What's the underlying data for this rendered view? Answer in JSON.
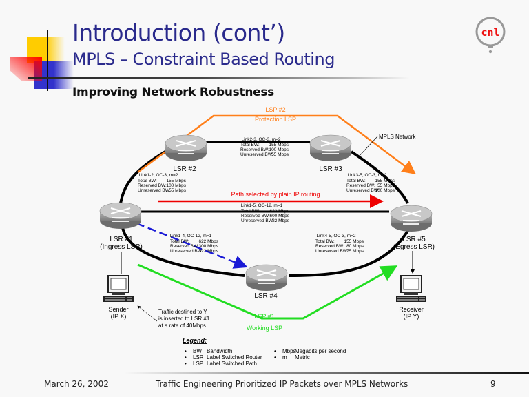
{
  "slide": {
    "title": "Introduction (cont’)",
    "subtitle": "MPLS – Constraint Based Routing",
    "section_heading": "Improving Network Robustness",
    "logo_text": "cnl",
    "footer": {
      "date": "March 26, 2002",
      "center": "Traffic Engineering Prioritized IP Packets over MPLS Networks",
      "page": "9"
    }
  },
  "colors": {
    "title": "#2a2a8c",
    "protection_lsp": "#ff7f1a",
    "ip_routing_path": "#ee0000",
    "working_lsp": "#22dd22",
    "blue_dashed": "#1a1ad6",
    "logo": "#ee1111"
  },
  "diagram": {
    "routers": [
      {
        "id": "lsr1",
        "label": "LSR #1",
        "sublabel": "(Ingress LSR)"
      },
      {
        "id": "lsr2",
        "label": "LSR #2",
        "sublabel": ""
      },
      {
        "id": "lsr3",
        "label": "LSR #3",
        "sublabel": ""
      },
      {
        "id": "lsr4",
        "label": "LSR #4",
        "sublabel": ""
      },
      {
        "id": "lsr5",
        "label": "LSR #5",
        "sublabel": "(Egress LSR)"
      }
    ],
    "hosts": [
      {
        "id": "sender",
        "label": "Sender",
        "sublabel": "(IP X)"
      },
      {
        "id": "receiver",
        "label": "Receiver",
        "sublabel": "(IP Y)"
      }
    ],
    "network_label": "MPLS Network",
    "paths": {
      "protection": {
        "name": "LSP #2",
        "desc": "Protection LSP"
      },
      "ip_routing": {
        "desc": "Path selected by plain IP routing"
      },
      "working": {
        "name": "LSP #1",
        "desc": "Working LSP"
      }
    },
    "links": [
      {
        "id": "l12",
        "name": "Link1-2, OC-3, m=2",
        "total": [
          "Total BW:",
          "155 Mbps"
        ],
        "reserved": [
          "Reserved BW:",
          "100 Mbps"
        ],
        "unreserved": [
          "Unreserved BW:",
          "55 Mbps"
        ]
      },
      {
        "id": "l23",
        "name": "Link2-3, OC-3, m=2",
        "total": [
          "Total BW:",
          "155 Mbps"
        ],
        "reserved": [
          "Reserved BW:",
          "100 Mbps"
        ],
        "unreserved": [
          "Unreserved BW:",
          "55 Mbps"
        ]
      },
      {
        "id": "l35",
        "name": "Link3-5, OC-3, m=2",
        "total": [
          "Total BW:",
          "155 Mbps"
        ],
        "reserved": [
          "Reserved BW:",
          "55 Mbps"
        ],
        "unreserved": [
          "Unreserved BW:",
          "100 Mbps"
        ]
      },
      {
        "id": "l15",
        "name": "Link1-5, OC-12, m=1",
        "total": [
          "Total BW:",
          "622 Mbps"
        ],
        "reserved": [
          "Reserved BW:",
          "600 Mbps"
        ],
        "unreserved": [
          "Unreserved BW:",
          "22 Mbps"
        ]
      },
      {
        "id": "l14",
        "name": "Link1-4, OC-12, m=1",
        "total": [
          "Total BW:",
          "622 Mbps"
        ],
        "reserved": [
          "Reserved BW:",
          "300 Mbps"
        ],
        "unreserved": [
          "Unreserved BW:",
          "322 Mbps"
        ]
      },
      {
        "id": "l45",
        "name": "Link4-5, OC-3, m=2",
        "total": [
          "Total BW:",
          "155 Mbps"
        ],
        "reserved": [
          "Reserved BW:",
          "80 Mbps"
        ],
        "unreserved": [
          "Unreserved BW:",
          "75 Mbps"
        ]
      }
    ],
    "traffic_note": [
      "Traffic destined to Y",
      "is inserted to LSR #1",
      "at a rate of 40Mbps"
    ],
    "legend": {
      "title": "Legend:",
      "items": [
        {
          "abbr": "BW",
          "meaning": "Bandwidth"
        },
        {
          "abbr": "LSR",
          "meaning": "Label Switched Router"
        },
        {
          "abbr": "LSP",
          "meaning": "Label Switched Path"
        },
        {
          "abbr": "Mbps",
          "meaning": "Megabits per second"
        },
        {
          "abbr": "m",
          "meaning": "Metric"
        }
      ]
    }
  }
}
